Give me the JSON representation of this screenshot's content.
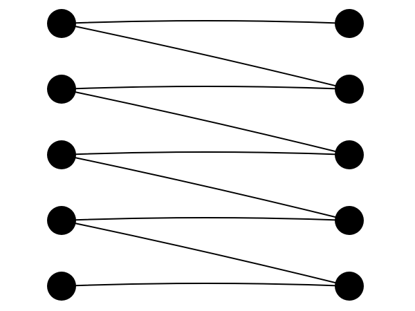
{
  "diagram": {
    "type": "bipartite-graph",
    "colors": {
      "background": "#ffffff",
      "node": "#000000",
      "edge": "#000000"
    },
    "left_nodes": [
      {
        "id": "L1"
      },
      {
        "id": "L2"
      },
      {
        "id": "L3"
      },
      {
        "id": "L4"
      },
      {
        "id": "L5"
      }
    ],
    "right_nodes": [
      {
        "id": "R1"
      },
      {
        "id": "R2"
      },
      {
        "id": "R3"
      },
      {
        "id": "R4"
      },
      {
        "id": "R5"
      }
    ],
    "edges": [
      {
        "from": "L1",
        "to": "R1"
      },
      {
        "from": "L1",
        "to": "R2"
      },
      {
        "from": "L2",
        "to": "R2"
      },
      {
        "from": "L2",
        "to": "R3"
      },
      {
        "from": "L3",
        "to": "R3"
      },
      {
        "from": "L3",
        "to": "R4"
      },
      {
        "from": "L4",
        "to": "R4"
      },
      {
        "from": "L4",
        "to": "R5"
      },
      {
        "from": "L5",
        "to": "R5"
      }
    ]
  }
}
